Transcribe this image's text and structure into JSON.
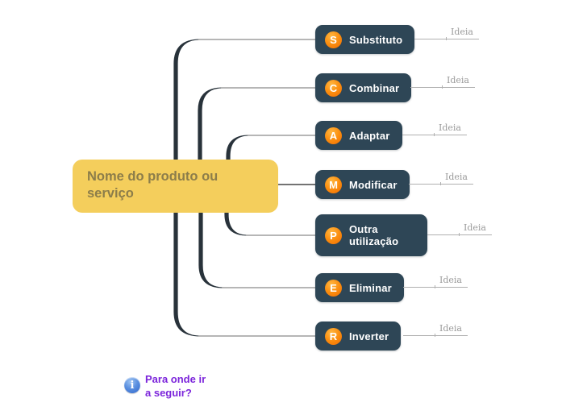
{
  "central_topic": {
    "label": "Nome do produto ou serviço"
  },
  "branches": [
    {
      "letter": "S",
      "label": "Substituto",
      "idea_placeholder": "Ideia"
    },
    {
      "letter": "C",
      "label": "Combinar",
      "idea_placeholder": "Ideia"
    },
    {
      "letter": "A",
      "label": "Adaptar",
      "idea_placeholder": "Ideia"
    },
    {
      "letter": "M",
      "label": "Modificar",
      "idea_placeholder": "Ideia"
    },
    {
      "letter": "P",
      "label": "Outra utilização",
      "idea_placeholder": "Ideia"
    },
    {
      "letter": "E",
      "label": "Eliminar",
      "idea_placeholder": "Ideia"
    },
    {
      "letter": "R",
      "label": "Inverter",
      "idea_placeholder": "Ideia"
    }
  ],
  "floating_note": {
    "icon": "info-icon",
    "icon_glyph": "i",
    "label": "Para onde ir a seguir?"
  },
  "colors": {
    "topic_bg": "#2e4656",
    "topic_text": "#ffffff",
    "badge_orange": "#fb8f10",
    "central_bg": "#f4ce5c",
    "central_text": "#8c7d4a",
    "trunk_line": "#28323a",
    "branch_line": "#8b8b8b",
    "idea_line": "#b0b0b0",
    "idea_text": "#9a9a9a",
    "note_text": "#7c25db",
    "info_icon_blue": "#2f66cc"
  }
}
